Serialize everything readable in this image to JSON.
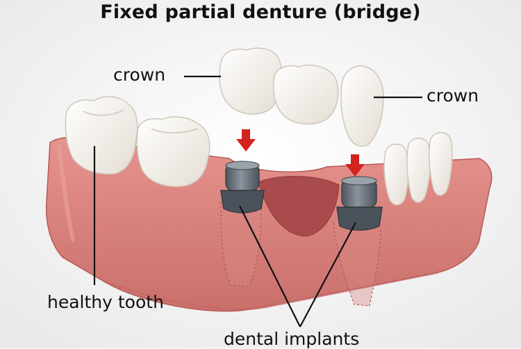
{
  "title": "Fixed partial denture (bridge)",
  "labels": {
    "crown_left": "crown",
    "crown_right": "crown",
    "healthy_tooth": "healthy tooth",
    "dental_implants": "dental implants"
  },
  "colors": {
    "background": "#f5f5f5",
    "gum": "#d97f7a",
    "gum_dark": "#b85f5c",
    "tooth": "#f3efe9",
    "implant": "#5f6a74",
    "arrow": "#d2231f",
    "text": "#111111"
  }
}
